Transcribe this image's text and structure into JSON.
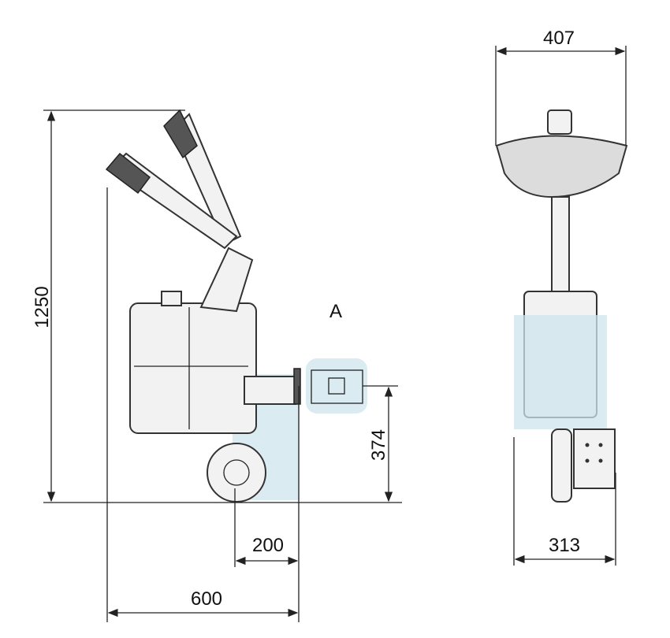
{
  "side_view": {
    "height_label": "1250",
    "depth_label": "600",
    "wheel_offset_label": "200",
    "mount_height_label": "374",
    "detail_label": "A"
  },
  "front_view": {
    "top_width_label": "407",
    "bottom_width_label": "313"
  },
  "colors": {
    "tint": "#cfe4ee",
    "line": "#222222"
  }
}
